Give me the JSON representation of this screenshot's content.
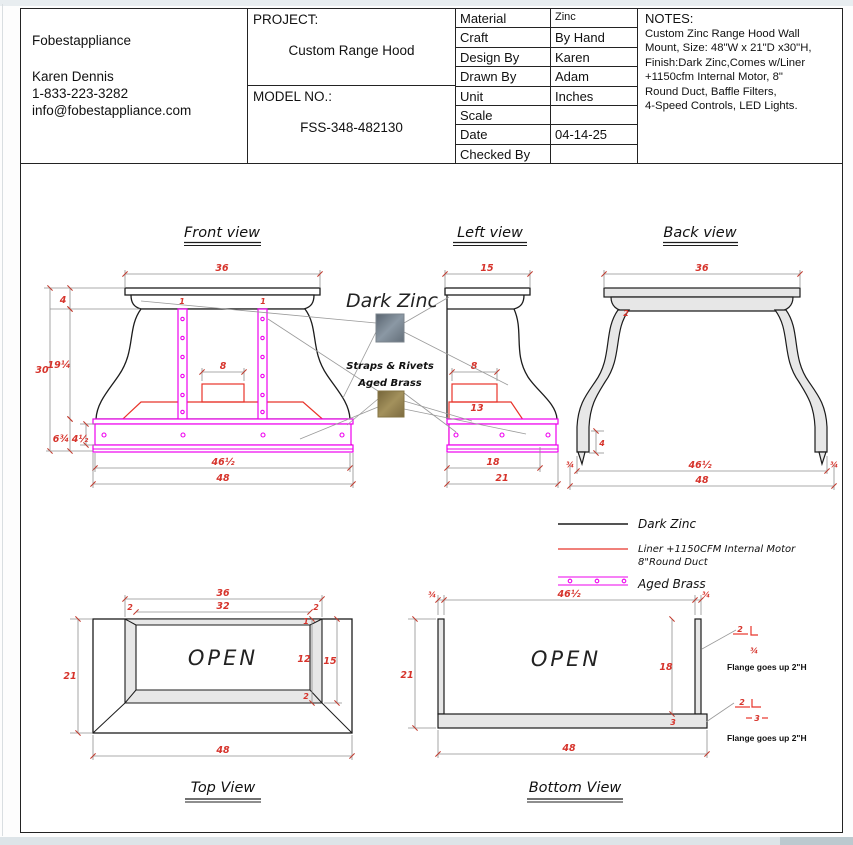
{
  "title_block": {
    "company": {
      "name": "Fobestappliance",
      "contact": "Karen Dennis",
      "phone": "1-833-223-3282",
      "email": "info@fobestappliance.com"
    },
    "project": {
      "label": "PROJECT:",
      "value": "Custom Range Hood"
    },
    "model": {
      "label": "MODEL NO.:",
      "value": "FSS-348-482130"
    },
    "fields": [
      {
        "label": "Material",
        "value": "Zinc"
      },
      {
        "label": "Craft",
        "value": "By Hand"
      },
      {
        "label": "Design By",
        "value": "Karen"
      },
      {
        "label": "Drawn By",
        "value": "Adam"
      },
      {
        "label": "Unit",
        "value": "Inches"
      },
      {
        "label": "Scale",
        "value": ""
      },
      {
        "label": "Date",
        "value": "04-14-25"
      },
      {
        "label": "Checked By",
        "value": ""
      }
    ],
    "notes": {
      "label": "NOTES:",
      "lines": [
        "Custom Zinc Range Hood Wall",
        "Mount, Size: 48\"W x 21\"D x30\"H,",
        "Finish:Dark Zinc,Comes w/Liner",
        "+1150cfm Internal Motor, 8\"",
        "Round Duct, Baffle Filters,",
        "4-Speed Controls, LED Lights."
      ]
    }
  },
  "drawing": {
    "views": {
      "front": {
        "title": "Front view",
        "dim_top_width": "36",
        "dim_crown_h": "4",
        "dim_total_h": "30",
        "dim_body_h": "19¼",
        "dim_band_h": "6¾",
        "dim_band_inner": "4½",
        "dim_duct": "8",
        "dim_strap_l": "1",
        "dim_strap_r": "1",
        "dim_inner_w": "46½",
        "dim_total_w": "48"
      },
      "left": {
        "title": "Left view",
        "dim_top_depth": "15",
        "dim_duct": "8",
        "dim_liner": "13",
        "dim_inner_d": "18",
        "dim_total_d": "21"
      },
      "back": {
        "title": "Back view",
        "dim_top_width": "36",
        "dim_thickness": "2",
        "dim_foot_h": "4",
        "dim_margin_l": "¾",
        "dim_inner_w": "46½",
        "dim_total_w": "48",
        "dim_margin_r": "¾"
      },
      "top": {
        "title": "Top View",
        "open": "OPEN",
        "dim_crown_w": "36",
        "dim_opening_w": "32",
        "dim_edge_l": "2",
        "dim_edge_r": "2",
        "dim_depth": "21",
        "dim_top_edge": "1",
        "dim_opening_d": "12",
        "dim_crown_d": "15",
        "dim_bottom_edge": "2",
        "dim_total_w": "48"
      },
      "bottom": {
        "title": "Bottom View",
        "open": "OPEN",
        "dim_wall_l": "¾",
        "dim_inner_w": "46½",
        "dim_wall_r": "¾",
        "dim_depth": "21",
        "dim_inner_d": "18",
        "dim_back_band": "3",
        "dim_total_w": "48",
        "flange_top": {
          "dim_up": "2",
          "dim_thk": "¾",
          "note": "Flange goes up 2\"H"
        },
        "flange_bottom": {
          "dim_up": "2",
          "dim_w": "3",
          "note": "Flange goes up 2\"H"
        }
      }
    },
    "callouts": {
      "zinc": "Dark Zinc",
      "straps1": "Straps & Rivets",
      "straps2": "Aged Brass"
    },
    "legend": [
      {
        "label": "Dark Zinc"
      },
      {
        "label": "Liner +1150CFM Internal Motor",
        "label2": "8\"Round Duct"
      },
      {
        "label": "Aged Brass"
      }
    ],
    "colors": {
      "outline": "#1c1c1c",
      "liner_red": "#e8342a",
      "brass_magenta": "#ee00ee",
      "dim_red": "#d6332b",
      "dim_line": "#8f8f8f",
      "fill_gray": "#e7e7e7",
      "zinc_swatch": "#6d7884",
      "brass_swatch": "#8e7c4d"
    }
  }
}
